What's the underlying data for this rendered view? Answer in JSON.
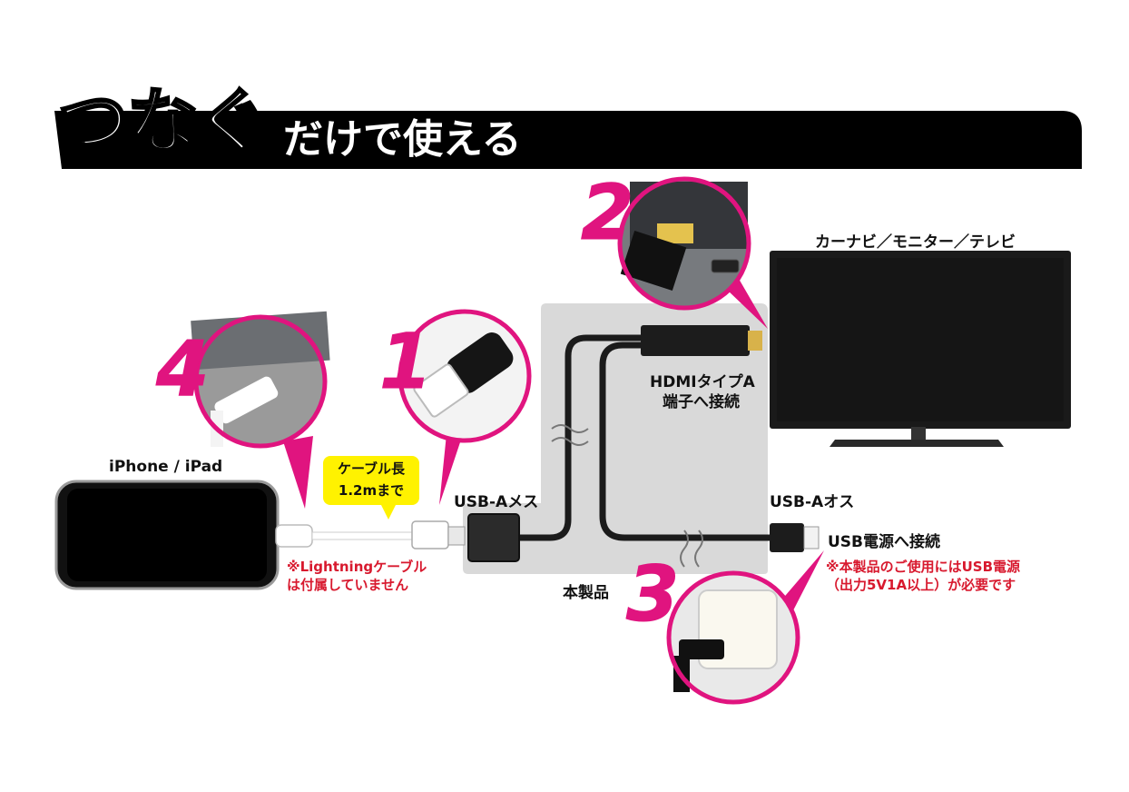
{
  "header": {
    "title_big": "つなぐ",
    "title_small": "だけで使える"
  },
  "steps": [
    "1",
    "2",
    "3",
    "4"
  ],
  "devices": {
    "tv_label": "カーナビ／モニター／テレビ",
    "phone_label": "iPhone / iPad",
    "product_label": "本製品"
  },
  "labels": {
    "hdmi_line1": "HDMIタイプA",
    "hdmi_line2": "端子へ接続",
    "usb_female": "USB-Aメス",
    "usb_male": "USB-Aオス",
    "usb_power": "USB電源へ接続",
    "cable_bubble_line1": "ケーブル長",
    "cable_bubble_line2": "1.2mまで"
  },
  "notes": {
    "lightning_line1": "※Lightningケーブル",
    "lightning_line2": "は付属していません",
    "power_line1": "※本製品のご使用にはUSB電源",
    "power_line2": "（出力5V1A以上）が必要です"
  },
  "colors": {
    "accent": "#e0147f",
    "note_red": "#d8192e",
    "bubble_yellow": "#fff200",
    "panel_gray": "#d9d9d9",
    "header_black": "#000000"
  }
}
